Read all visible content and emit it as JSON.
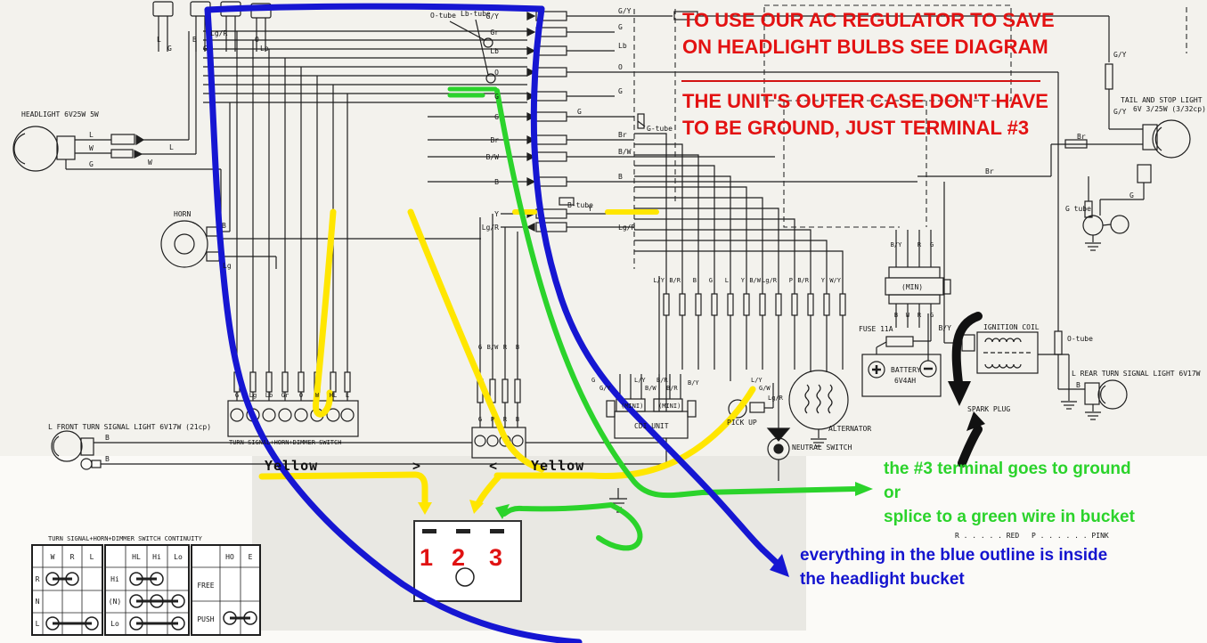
{
  "annotations": {
    "red_note": [
      "TO USE OUR AC REGULATOR TO SAVE",
      "ON HEADLIGHT BULBS SEE DIAGRAM",
      "THE UNIT'S OUTER CASE DON'T HAVE",
      "TO BE GROUND, JUST TERMINAL #3"
    ],
    "green_note": [
      "the #3 terminal goes to ground",
      "or",
      "splice to a green wire in bucket"
    ],
    "blue_note": [
      "everything in the blue outline is inside",
      "the headlight bucket"
    ],
    "terminal_numbers": [
      "1",
      "2",
      "3"
    ],
    "yellow_label_left": "Yellow",
    "yellow_label_right": "Yellow",
    "arrow_right_glyph": ">",
    "arrow_left_glyph": "<",
    "colors": {
      "red": "#e31212",
      "green": "#2bd32b",
      "blue": "#1414cf",
      "yellow": "#ffe600"
    }
  },
  "legend": {
    "red": "R . . . . . RED",
    "pink": "P . . . . . . PINK"
  },
  "components": {
    "headlight": "HEADLIGHT 6V25W 5W",
    "horn": "HORN",
    "front_signal": "L FRONT TURN SIGNAL LIGHT 6V17W (21cp)",
    "dimmer_switch": "TURN SIGNAL+HORN+DIMMER SWITCH",
    "cdi": "CDI UNIT",
    "mini": "(MINI)",
    "min": "(MIN)",
    "fuse": "FUSE 11A",
    "battery_1": "BATTERY",
    "battery_2": "6V4AH",
    "ignition_coil": "IGNITION COIL",
    "spark_plug": "SPARK PLUG",
    "pickup": "PICK UP",
    "alternator": "ALTERNATOR",
    "neutral_switch": "NEUTRAL SWITCH",
    "tail_light_1": "TAIL AND STOP LIGHT",
    "tail_light_2": "6V 3/25W (3/32cp)",
    "rear_signal": "L REAR TURN SIGNAL LIGHT 6V17W",
    "o_tube": "O-tube",
    "lb_tube": "Lb-tube",
    "g_tube": "G-tube",
    "b_tube": "B-tube",
    "g_tube2": "G tube",
    "o_tube2": "O-tube"
  },
  "table": {
    "title": "TURN SIGNAL+HORN+DIMMER SWITCH CONTINUITY",
    "g1": {
      "cols": [
        "W",
        "R",
        "L"
      ],
      "rows": [
        "R",
        "N",
        "L"
      ]
    },
    "g2": {
      "cols": [
        "HL",
        "Hi",
        "Lo"
      ],
      "rows": [
        "Hi",
        "(N)",
        "Lo"
      ]
    },
    "g3": {
      "cols": [
        "HO",
        "E"
      ],
      "rows": [
        "FREE",
        "PUSH"
      ]
    }
  },
  "wires": {
    "headlight": [
      "L",
      "W",
      "G",
      "W",
      "L"
    ],
    "horn": [
      "B",
      "Lg"
    ],
    "front": [
      "B",
      "B"
    ],
    "top": [
      "L",
      "G",
      "B",
      "G",
      "Lg/R",
      "O",
      "Lb"
    ],
    "connL": [
      "G/Y",
      "Gr",
      "Lb",
      "O",
      "G",
      "G",
      "Br",
      "B/W",
      "B",
      "Y",
      "Lg/R"
    ],
    "connR": [
      "G/Y",
      "G",
      "Lb",
      "O",
      "G",
      "G",
      "Br",
      "B/W",
      "B",
      "Y",
      "Lg/R"
    ],
    "stair": [
      "L/Y",
      "B/R",
      "B",
      "G",
      "L",
      "Y",
      "B/W",
      "Lg/R",
      "P",
      "B/R",
      "Y",
      "W/Y"
    ],
    "keytop": [
      "B/Y",
      "R",
      "G"
    ],
    "keybot": [
      "B",
      "W",
      "R",
      "G"
    ],
    "cdi": [
      "G",
      "G/Y",
      "L/Y",
      "B/W",
      "B/R",
      "B/R",
      "B/Y"
    ],
    "pickup": [
      "L/Y",
      "G/W",
      "Lg/R"
    ],
    "coil": "B/Y",
    "right": [
      "G/Y",
      "G/Y",
      "Br",
      "Br",
      "G",
      "B"
    ],
    "switchtop": [
      "G",
      "Lg",
      "Lb",
      "Gr",
      "O",
      "W",
      "HL",
      "L"
    ],
    "relaytop": [
      "G",
      "B/W",
      "R",
      "B"
    ],
    "relaybot": [
      "G",
      "P",
      "R",
      "B"
    ]
  }
}
